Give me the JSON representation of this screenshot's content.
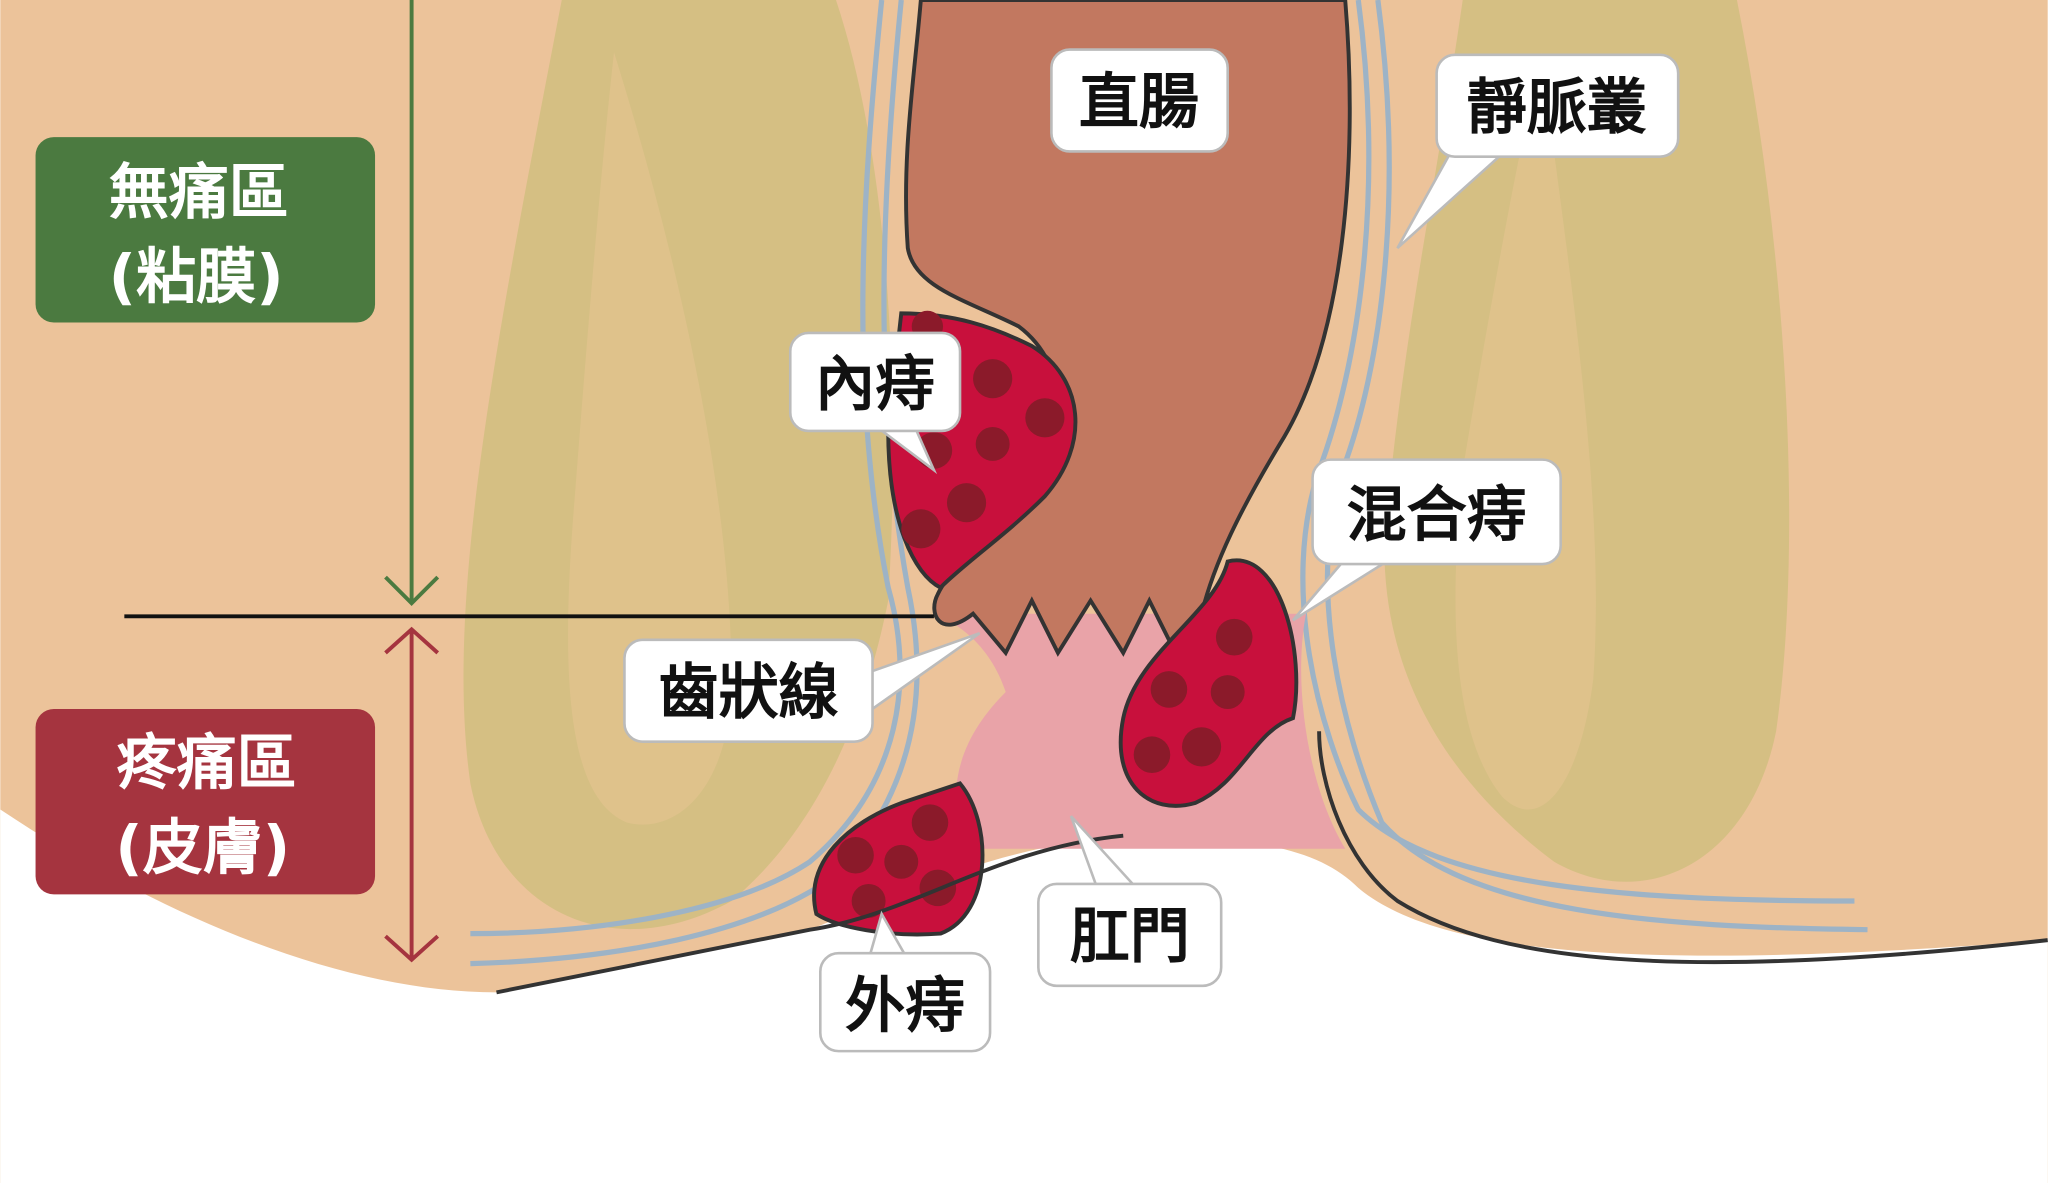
{
  "zones": {
    "painless": {
      "line1": "無痛區",
      "line2": "(粘膜)",
      "color": "#4B7A40"
    },
    "painful": {
      "line1": "疼痛區",
      "line2": "(皮膚)",
      "color": "#A5343F"
    }
  },
  "labels": {
    "rectum": "直腸",
    "venous_plexus": "靜脈叢",
    "internal_hemorrhoid": "內痔",
    "mixed_hemorrhoid": "混合痔",
    "dentate_line": "齒狀線",
    "anus": "肛門",
    "external_hemorrhoid": "外痔"
  },
  "colors": {
    "skin": "#ECC39A",
    "muscle": "#D5BF83",
    "rectum": "#C27860",
    "anal_canal": "#E9A3A8",
    "hemorrhoid": "#C8103C",
    "vein": "#9DB3C6"
  }
}
